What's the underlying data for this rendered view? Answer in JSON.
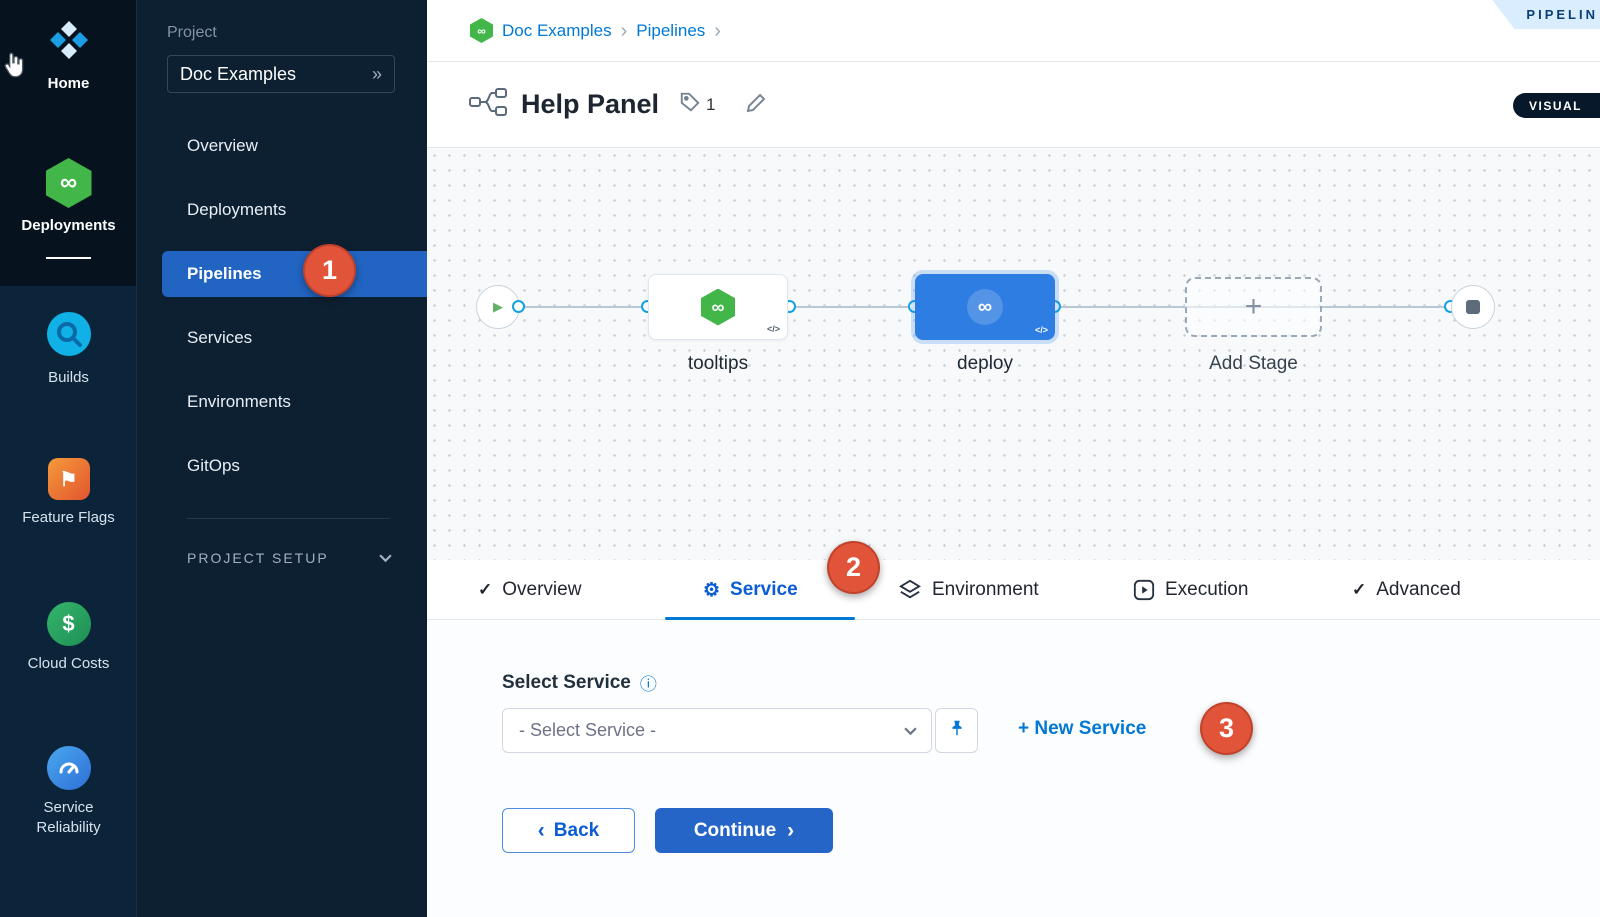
{
  "colors": {
    "accent_blue": "#0278d5",
    "nav_active_blue": "#2264c2",
    "annotation_red": "#e2543a",
    "sidebar_dark": "#06131f",
    "stage_selected_blue": "#2e7de2",
    "harness_green": "#43b649"
  },
  "icons": {
    "infinity": "∞",
    "double_chevron": "»",
    "breadcrumb_sep": "›",
    "check": "✓",
    "gear": "⚙",
    "info": "ⓘ",
    "play": "▶",
    "flag": "⚑",
    "dollar": "$",
    "back_chevron": "‹",
    "forward_chevron": "›",
    "plus": "+"
  },
  "left_rail": {
    "items": [
      {
        "label": "Home"
      },
      {
        "label": "Deployments"
      },
      {
        "label": "Builds"
      },
      {
        "label": "Feature Flags"
      },
      {
        "label": "Cloud Costs"
      },
      {
        "label": "Service Reliability"
      }
    ]
  },
  "project_nav": {
    "section_label": "Project",
    "project_name": "Doc Examples",
    "items": [
      "Overview",
      "Deployments",
      "Pipelines",
      "Services",
      "Environments",
      "GitOps"
    ],
    "setup_label": "PROJECT SETUP"
  },
  "breadcrumb": {
    "project": "Doc Examples",
    "section": "Pipelines"
  },
  "studio_ribbon": "PIPELIN",
  "pipeline_header": {
    "title": "Help Panel",
    "tag_count": "1",
    "view_mode": "VISUAL"
  },
  "canvas": {
    "stages": [
      {
        "name": "tooltips",
        "code_badge": "</>"
      },
      {
        "name": "deploy",
        "code_badge": "</>"
      }
    ],
    "add_stage_label": "Add Stage"
  },
  "tabs": [
    {
      "label": "Overview"
    },
    {
      "label": "Service"
    },
    {
      "label": "Environment"
    },
    {
      "label": "Execution"
    },
    {
      "label": "Advanced"
    }
  ],
  "service_panel": {
    "label": "Select Service",
    "dropdown_value": "- Select Service -",
    "new_service_link": "+ New Service",
    "back_label": "Back",
    "continue_label": "Continue"
  },
  "annotations": {
    "step1": "1",
    "step2": "2",
    "step3": "3"
  }
}
